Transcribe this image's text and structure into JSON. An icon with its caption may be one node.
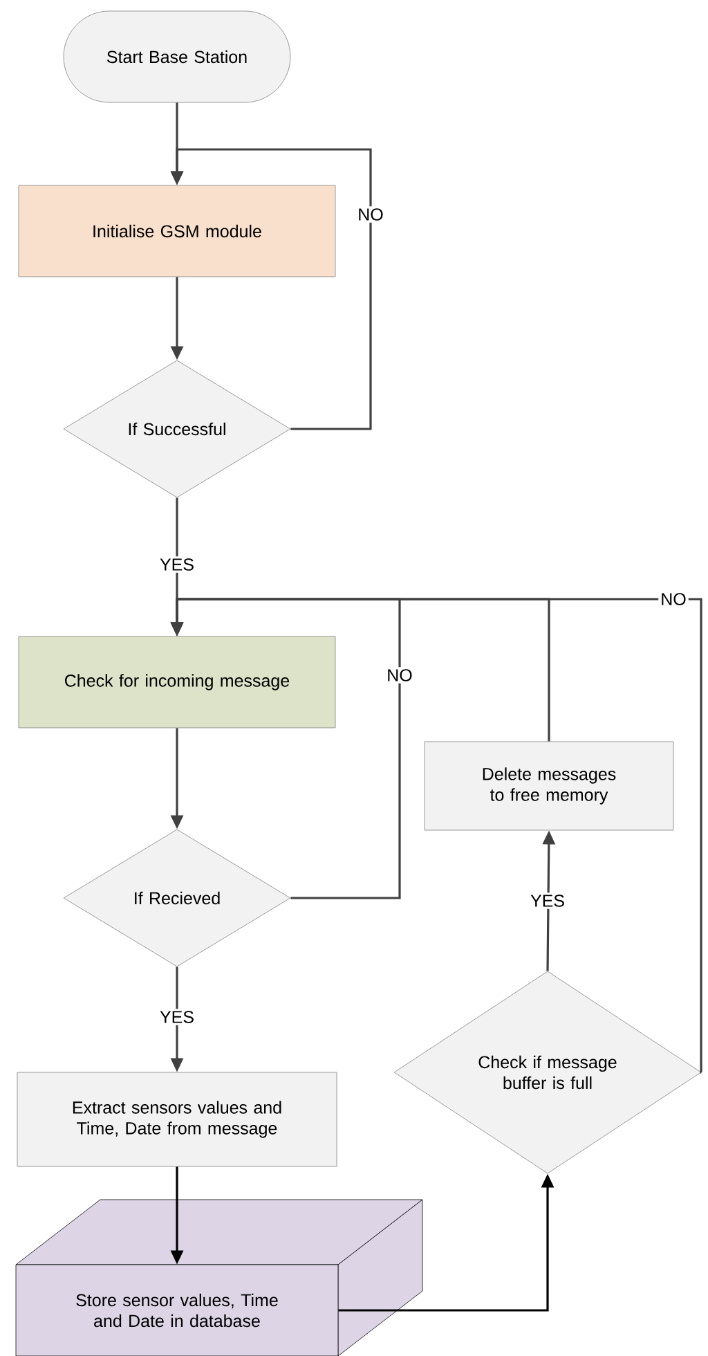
{
  "diagram": {
    "nodes": [
      {
        "text": [
          "Start Base Station"
        ]
      },
      {
        "text": [
          "Initialise GSM module"
        ]
      },
      {
        "text": [
          "If Successful"
        ]
      },
      {
        "text": [
          "Check for incoming message"
        ]
      },
      {
        "text": [
          "If Recieved"
        ]
      },
      {
        "text": [
          "Delete messages to free memory"
        ]
      },
      {
        "text": [
          "Extract sensors values and Time, Date from message"
        ]
      },
      {
        "text": [
          "Store sensor values, Time and Date in database"
        ]
      },
      {
        "text": [
          "Check if message buffer is full"
        ]
      }
    ],
    "edges": [
      {
        "from": 0,
        "to": 1,
        "arrow": "to"
      },
      {
        "from": 2,
        "to": 1,
        "arrow": "to",
        "label": "NO"
      },
      {
        "from": 1,
        "to": 2,
        "arrow": "to"
      },
      {
        "from": 2,
        "to": 3,
        "arrow": "to",
        "label": "YES"
      },
      {
        "from": 4,
        "to": 3,
        "arrow": "to",
        "label": "NO"
      },
      {
        "from": 5,
        "to": 3,
        "arrow": "to"
      },
      {
        "from": 8,
        "to": 3,
        "arrow": "to",
        "label": "NO"
      },
      {
        "from": 3,
        "to": 4,
        "arrow": "to"
      },
      {
        "from": 4,
        "to": 6,
        "arrow": "to",
        "label": "YES"
      },
      {
        "from": 6,
        "to": 7,
        "arrow": "to",
        "color": "#000000"
      },
      {
        "from": 7,
        "to": 8,
        "arrow": "to",
        "color": "#000000"
      },
      {
        "from": 8,
        "to": 5,
        "arrow": "to",
        "label": "YES"
      }
    ]
  }
}
